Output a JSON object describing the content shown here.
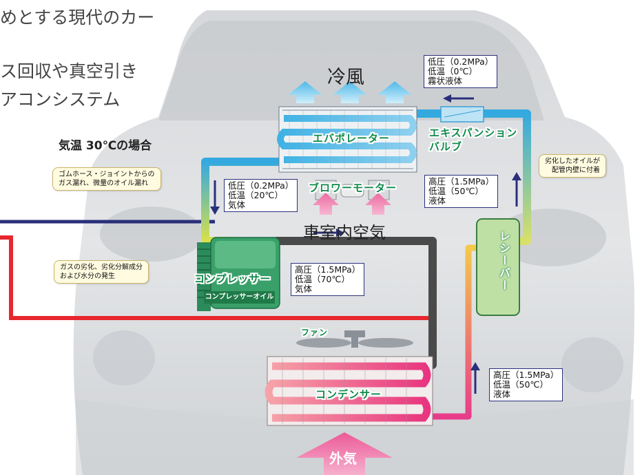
{
  "intro_lines": [
    "めとする現代のカー",
    "ス回収や真空引き",
    "アコンシステム"
  ],
  "condition_title": "気温 30℃の場合",
  "labels": {
    "cold_air": "冷風",
    "cabin_air": "車室内空気",
    "outside_air": "外気",
    "evaporator": "エバポレーター",
    "expansion_valve_1": "エキスパンション",
    "expansion_valve_2": "バルブ",
    "blower_motor": "ブロワーモーター",
    "compressor": "コンプレッサー",
    "compressor_oil": "コンプレッサーオイル",
    "receiver": "レシーバー",
    "fan": "ファン",
    "condenser": "コンデンサー"
  },
  "state_boxes": {
    "after_expansion": [
      "低圧（0.2MPa）",
      "低温（0℃）",
      "霧状液体"
    ],
    "before_compressor": [
      "低圧（0.2MPa）",
      "低温（20℃）",
      "気体"
    ],
    "after_compressor": [
      "高圧（1.5MPa）",
      "低温（70℃）",
      "気体"
    ],
    "before_expansion": [
      "高圧（1.5MPa）",
      "低温（50℃）",
      "液体"
    ],
    "after_condenser": [
      "高圧（1.5MPa）",
      "低温（50℃）",
      "液体"
    ]
  },
  "callouts": {
    "hose_leak": [
      "ゴムホース・ジョイントからの",
      "ガス漏れ、微量のオイル漏れ"
    ],
    "oil_deposit": [
      "劣化したオイルが",
      "配管内壁に付着"
    ],
    "gas_degradation": [
      "ガスの劣化、劣化分解成分",
      "および水分の発生"
    ]
  },
  "colors": {
    "pipe_low_cold": "#33a9e0",
    "pipe_low_warm": "#d7e04a",
    "pipe_high_hot": "#4a4a4a",
    "pipe_high_liquid": "#e83c8b",
    "component_green": "#2c8b5a",
    "receiver_fill": "#bfe0a5",
    "arrow_blue": "#2a2f7a",
    "arrow_cyan": "#4fb8e8",
    "arrow_pink": "#f07fb0",
    "line_red": "#e8262e",
    "line_navy": "#2a2f7a",
    "label_green": "#0f8a4a"
  }
}
